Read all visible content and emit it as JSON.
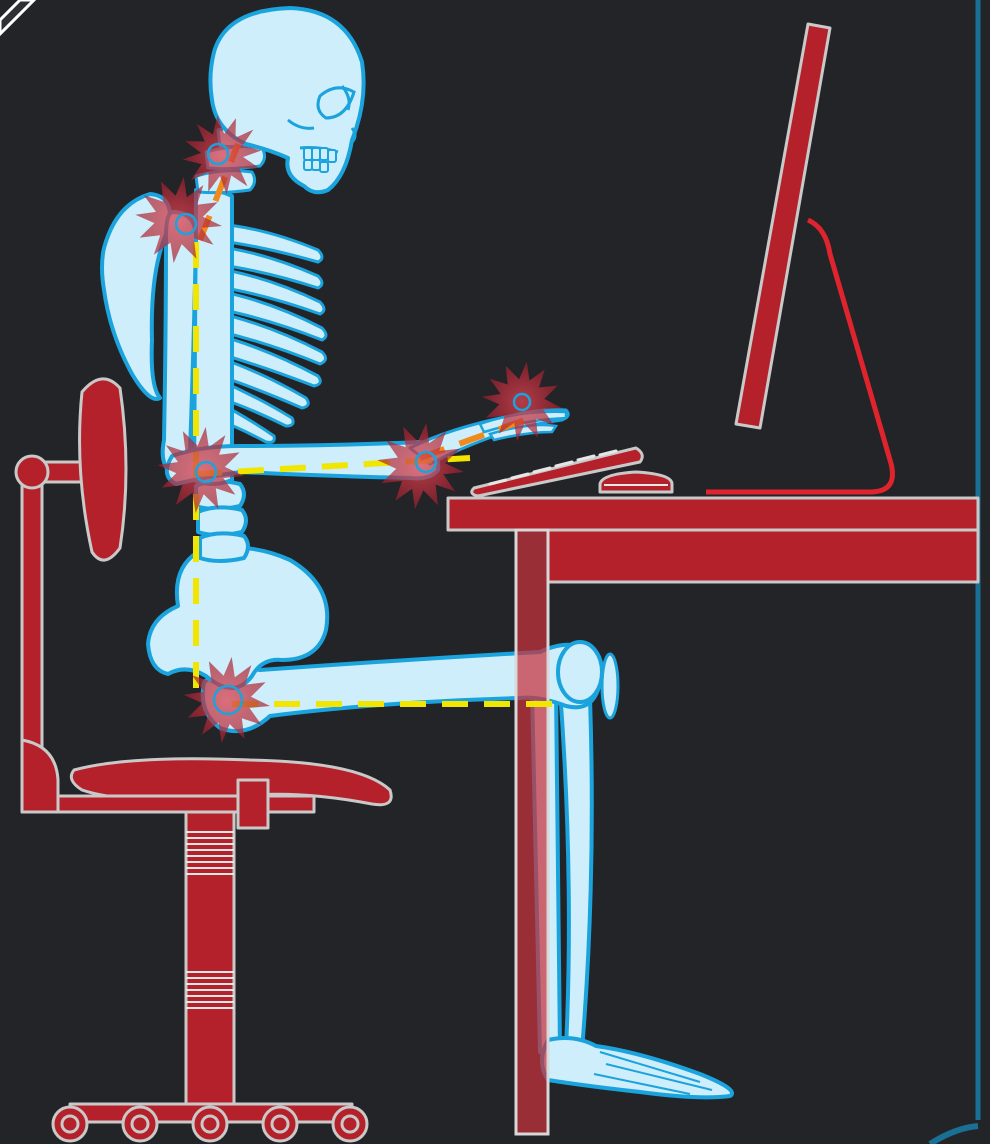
{
  "scene": {
    "background": "#222428",
    "colors": {
      "bone_fill": "#cdeefa",
      "bone_outline": "#1aa3dd",
      "furniture": "#b5212a",
      "furniture_outline": "#c9c9c9",
      "monitor_stand": "#e0242e",
      "posture_guide": "#f2e600",
      "posture_guide_upper": "#f08a1c",
      "pain_burst": "#c42a3a",
      "frame_accent": "#1a6f94"
    },
    "icons": [
      "skeleton-figure",
      "office-chair",
      "desk",
      "monitor",
      "keyboard",
      "computer-mouse",
      "pain-burst-icon"
    ],
    "pain_points": [
      "neck",
      "upper-back",
      "lower-back",
      "wrist",
      "fingers",
      "hip"
    ]
  }
}
